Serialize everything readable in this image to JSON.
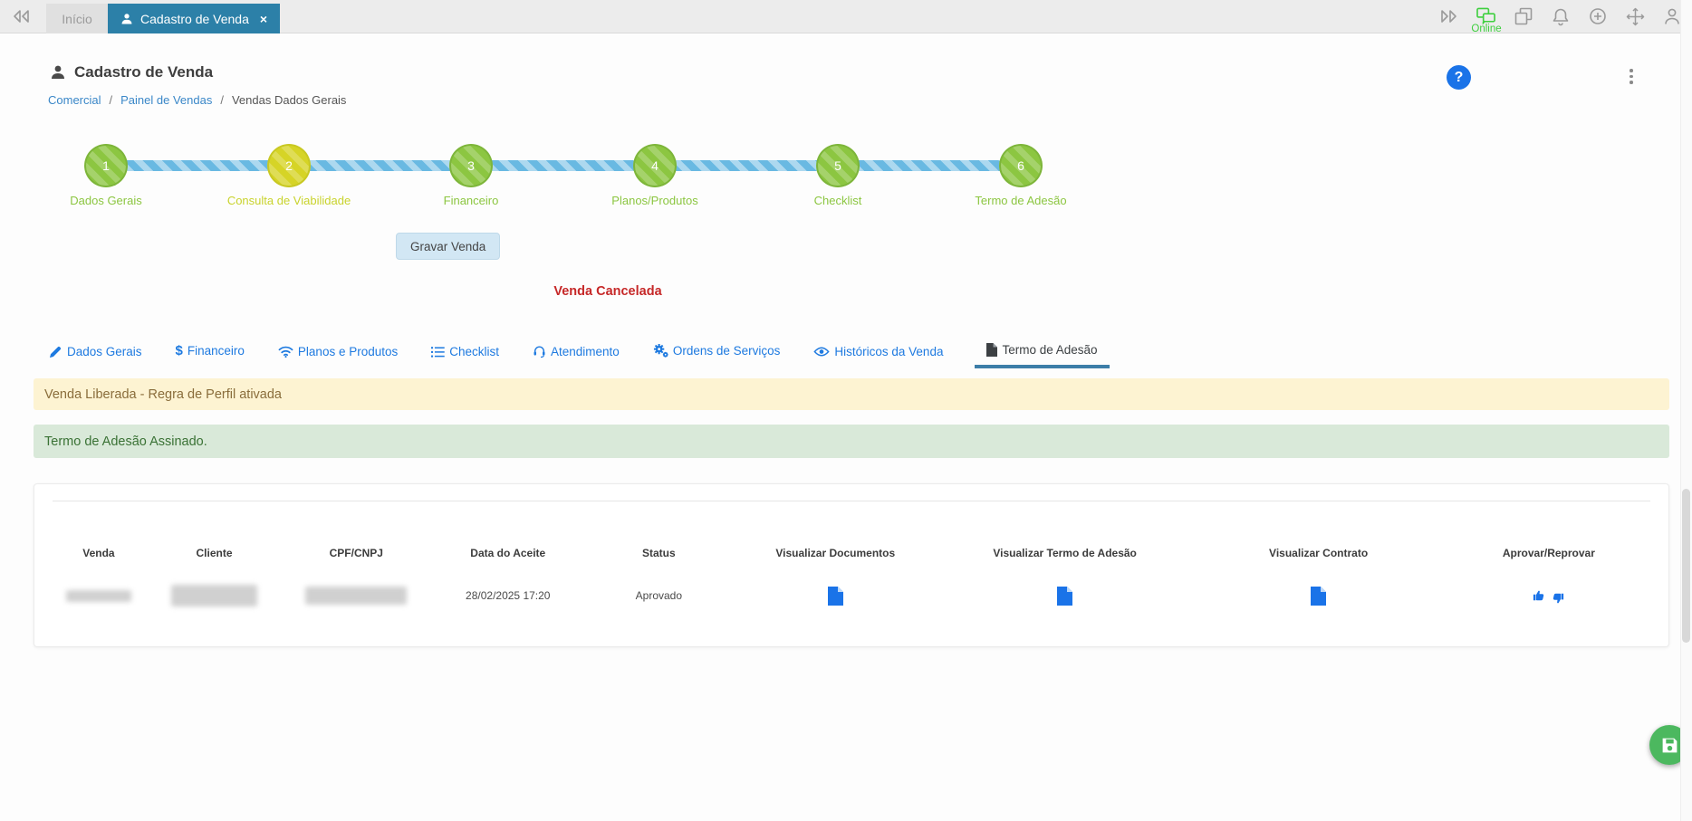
{
  "topbar": {
    "tabs": [
      {
        "label": "Início"
      },
      {
        "label": "Cadastro de Venda",
        "close_glyph": "×"
      }
    ],
    "status": {
      "label": "Online"
    }
  },
  "header": {
    "title": "Cadastro de Venda",
    "help_glyph": "?",
    "breadcrumb": {
      "items": [
        "Comercial",
        "Painel de Vendas",
        "Vendas Dados Gerais"
      ],
      "separator": "/"
    }
  },
  "stepper": {
    "steps": [
      {
        "num": "1",
        "label": "Dados Gerais",
        "state": "complete"
      },
      {
        "num": "2",
        "label": "Consulta de Viabilidade",
        "state": "current"
      },
      {
        "num": "3",
        "label": "Financeiro",
        "state": "complete"
      },
      {
        "num": "4",
        "label": "Planos/Produtos",
        "state": "complete"
      },
      {
        "num": "5",
        "label": "Checklist",
        "state": "complete"
      },
      {
        "num": "6",
        "label": "Termo de Adesão",
        "state": "complete"
      }
    ]
  },
  "actions": {
    "save_label": "Gravar Venda",
    "status_message": "Venda Cancelada"
  },
  "content_tabs": [
    {
      "label": "Dados Gerais",
      "icon": "pencil-icon"
    },
    {
      "label": "Financeiro",
      "icon": "dollar-icon",
      "icon_glyph": "$"
    },
    {
      "label": "Planos e Produtos",
      "icon": "wifi-icon"
    },
    {
      "label": "Checklist",
      "icon": "list-icon"
    },
    {
      "label": "Atendimento",
      "icon": "headset-icon"
    },
    {
      "label": "Ordens de Serviços",
      "icon": "gears-icon"
    },
    {
      "label": "Históricos da Venda",
      "icon": "eye-icon"
    },
    {
      "label": "Termo de Adesão",
      "icon": "document-icon",
      "active": true
    }
  ],
  "alerts": [
    {
      "type": "warning",
      "text": "Venda Liberada - Regra de Perfil ativada"
    },
    {
      "type": "success",
      "text": "Termo de Adesão Assinado."
    }
  ],
  "adhesion_table": {
    "columns": [
      "Venda",
      "Cliente",
      "CPF/CNPJ",
      "Data do Aceite",
      "Status",
      "Visualizar Documentos",
      "Visualizar Termo de Adesão",
      "Visualizar Contrato",
      "Aprovar/Reprovar"
    ],
    "row": {
      "venda_redacted": true,
      "cliente_redacted": true,
      "cpf_cnpj_redacted": true,
      "data_do_aceite": "28/02/2025 17:20",
      "status": "Aprovado"
    }
  },
  "colors": {
    "active_window_tab": "#2c80a8",
    "tab_link_blue": "#1e7ae0",
    "breadcrumb_link": "#3a87c8",
    "step_green": "#8cc641",
    "step_yellow": "#d6d426",
    "connector_blue": "#69b9e2",
    "alert_warning_bg": "#fdf3d2",
    "alert_warning_text": "#8a6d3b",
    "alert_success_bg": "#d9e9d9",
    "alert_success_text": "#3a7235",
    "cancelled_red": "#c62828",
    "document_icon_blue": "#1a73e8",
    "fab_green": "#4cb85f",
    "online_green": "#3ecf3e",
    "help_blue": "#1a73e8"
  }
}
